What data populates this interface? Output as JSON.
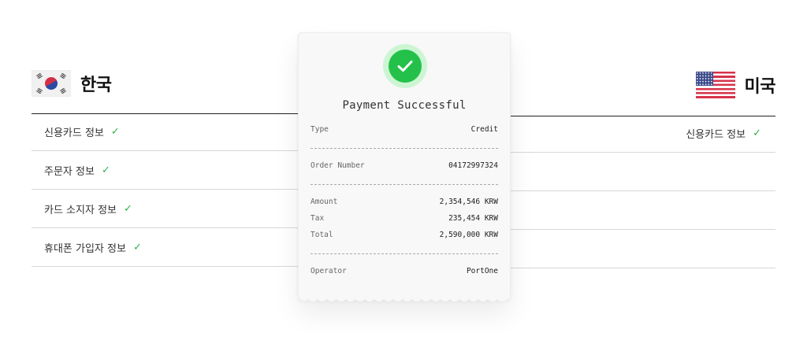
{
  "left": {
    "country": "한국",
    "items": [
      {
        "label": "신용카드 정보"
      },
      {
        "label": "주문자 정보"
      },
      {
        "label": "카드 소지자 정보"
      },
      {
        "label": "휴대폰 가입자 정보"
      }
    ]
  },
  "right": {
    "country": "미국",
    "items": [
      {
        "label": "신용카드 정보"
      },
      {
        "label": ""
      },
      {
        "label": ""
      },
      {
        "label": ""
      }
    ]
  },
  "check_glyph": "✓",
  "receipt": {
    "title": "Payment Successful",
    "rows": [
      {
        "label": "Type",
        "value": "Credit"
      },
      {
        "label": "Order Number",
        "value": "04172997324"
      },
      {
        "label": "Amount",
        "value": "2,354,546 KRW"
      },
      {
        "label": "Tax",
        "value": "235,454 KRW"
      },
      {
        "label": "Total",
        "value": "2,590,000 KRW"
      },
      {
        "label": "Operator",
        "value": "PortOne"
      }
    ]
  },
  "icons": {
    "success": "check-circle-icon",
    "flag_kr": "korea-flag-icon",
    "flag_us": "usa-flag-icon",
    "arrow": "arrow-icon"
  },
  "colors": {
    "accent_green": "#24c14a",
    "badge_halo": "#cdf5d4",
    "check_green": "#2eb24b",
    "divider": "#d7d7d7"
  }
}
